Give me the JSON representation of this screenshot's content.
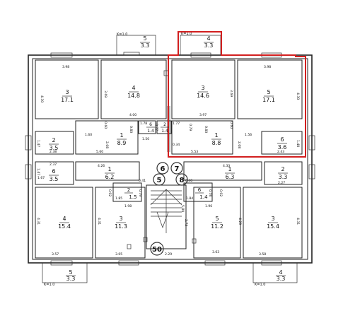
{
  "rooms": [
    {
      "id": "r1",
      "num": "3",
      "area": "17.1"
    },
    {
      "id": "r2",
      "num": "4",
      "area": "14.8"
    },
    {
      "id": "r3",
      "num": "3",
      "area": "14.6"
    },
    {
      "id": "r4",
      "num": "5",
      "area": "17.1"
    },
    {
      "id": "r5",
      "num": "2",
      "area": "3.5"
    },
    {
      "id": "r6",
      "num": "1",
      "area": "8.9"
    },
    {
      "id": "r7",
      "num": "6",
      "area": "1.4"
    },
    {
      "id": "r8",
      "num": "2",
      "area": "1.4"
    },
    {
      "id": "r9",
      "num": "1",
      "area": "8.8"
    },
    {
      "id": "r10",
      "num": "6",
      "area": "3.6"
    },
    {
      "id": "r11",
      "num": "6",
      "area": "3.5"
    },
    {
      "id": "r12",
      "num": "1",
      "area": "6.2"
    },
    {
      "id": "r13",
      "num": "2",
      "area": "1.5"
    },
    {
      "id": "r14",
      "num": "6",
      "area": "1.4"
    },
    {
      "id": "r15",
      "num": "1",
      "area": "6.3"
    },
    {
      "id": "r16",
      "num": "2",
      "area": "3.3"
    },
    {
      "id": "r17",
      "num": "4",
      "area": "15.4"
    },
    {
      "id": "r18",
      "num": "3",
      "area": "11.3"
    },
    {
      "id": "r19",
      "num": "5",
      "area": "11.2"
    },
    {
      "id": "r20",
      "num": "3",
      "area": "15.4"
    }
  ],
  "balconies": [
    {
      "id": "b1",
      "num": "5",
      "area": "3.3",
      "k": "K=1.0"
    },
    {
      "id": "b2",
      "num": "4",
      "area": "3.3",
      "k": "K=1.0"
    },
    {
      "id": "b3",
      "num": "5",
      "area": "3.3",
      "k": "K=1.0"
    },
    {
      "id": "b4",
      "num": "4",
      "area": "3.3",
      "k": "K=1.0"
    }
  ],
  "apartments": [
    "6",
    "7",
    "5",
    "8",
    "50"
  ],
  "dimensions": [
    "3.98",
    "3.98",
    "4.30",
    "4.30",
    "3.69",
    "3.69",
    "4.00",
    "3.97",
    "1.60",
    "5.60",
    "1.56",
    "5.53",
    "2.38",
    "2.43",
    "1.78",
    "1.77",
    "1.47",
    "1.47",
    "1.48",
    "1.50",
    "0.34",
    "2.08",
    "2.08",
    "0.80",
    "0.80",
    "0.60",
    "0.60",
    "0.77",
    "0.79",
    "2.37",
    "4.26",
    "4.33",
    "2.27",
    "0.41",
    "0.40",
    "1.85",
    "1.84",
    "1.98",
    "1.96",
    "0.92",
    "0.92",
    "0.79",
    "0.78",
    "4.31",
    "4.31",
    "4.31",
    "4.29",
    "3.57",
    "3.05",
    "3.63",
    "3.58",
    "2.29",
    "5.89",
    "2.73",
    "1.67"
  ],
  "highlight_color": "#d21f1f"
}
